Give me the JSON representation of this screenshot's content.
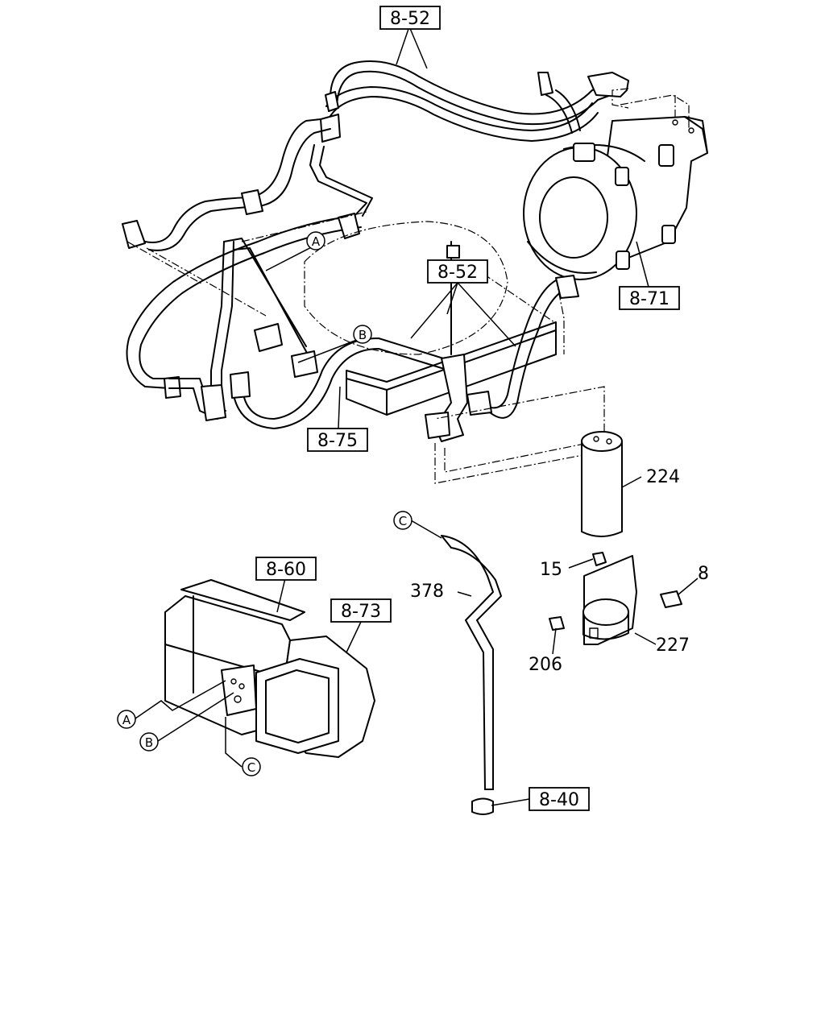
{
  "refs": {
    "r8_52_top": "8-52",
    "r8_52_mid": "8-52",
    "r8_71": "8-71",
    "r8_75": "8-75",
    "r8_60": "8-60",
    "r8_73": "8-73",
    "r8_40": "8-40"
  },
  "parts": {
    "p224": "224",
    "p15": "15",
    "p8": "8",
    "p378": "378",
    "p206": "206",
    "p227": "227"
  },
  "connectors": {
    "a_top": "A",
    "b_top": "B",
    "c_mid": "C",
    "a_bottom": "A",
    "b_bottom": "B",
    "c_bottom": "C"
  }
}
